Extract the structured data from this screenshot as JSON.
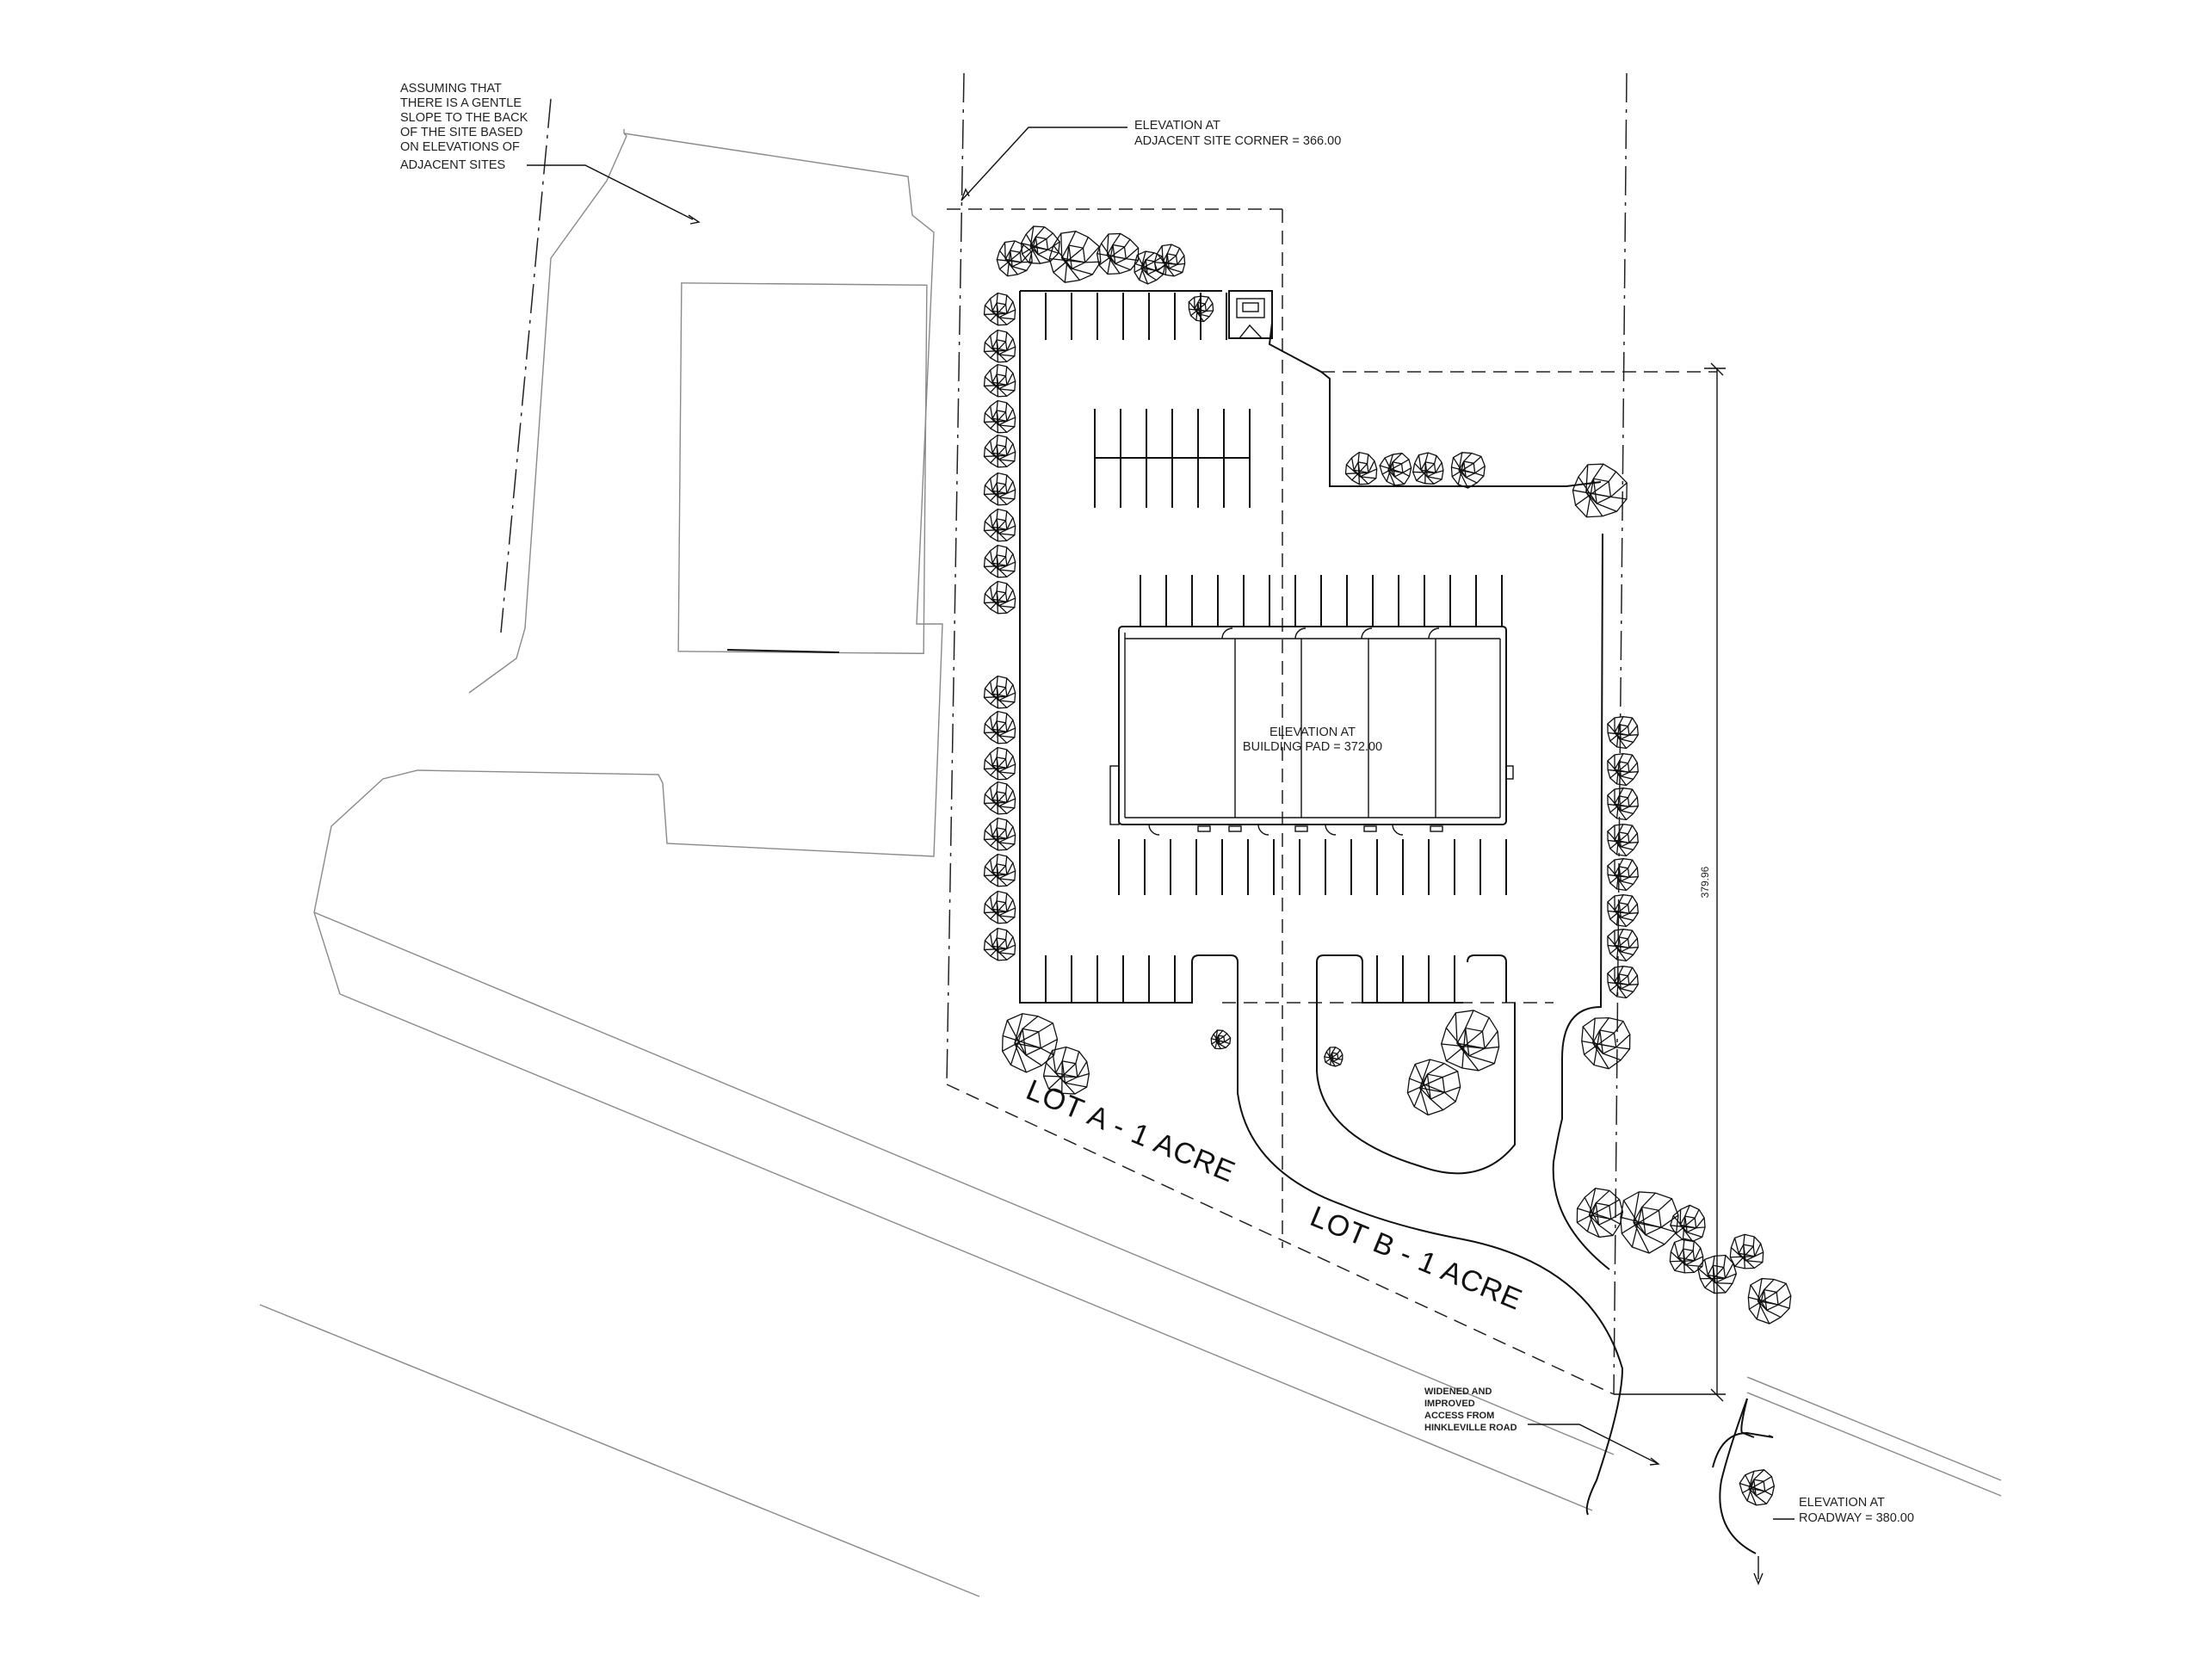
{
  "notes": {
    "slope": [
      "ASSUMING THAT",
      "THERE IS A GENTLE",
      "SLOPE TO THE BACK",
      "OF THE SITE BASED",
      "ON ELEVATIONS OF",
      "ADJACENT SITES"
    ],
    "corner": [
      "ELEVATION AT",
      "ADJACENT SITE CORNER = 366.00"
    ],
    "building": [
      "ELEVATION AT",
      "BUILDING PAD = 372.00"
    ],
    "access": [
      "WIDENED AND",
      "IMPROVED",
      "ACCESS FROM",
      "HINKLEVILLE ROAD"
    ],
    "roadway": [
      "ELEVATION AT",
      "ROADWAY = 380.00"
    ]
  },
  "lots": {
    "lot_a": "LOT A - 1 ACRE",
    "lot_b": "LOT B - 1 ACRE"
  },
  "dimension": "379.96"
}
